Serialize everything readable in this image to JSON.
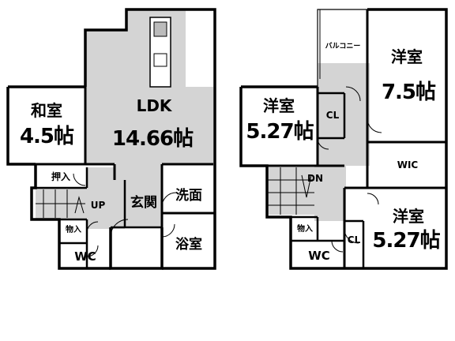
{
  "floor1": {
    "washitsu": {
      "name": "和室",
      "size": "4.5帖"
    },
    "ldk": {
      "name": "LDK",
      "size": "14.66帖"
    },
    "oshiire": "押入",
    "up": "UP",
    "genkan": "玄関",
    "senmen": "洗面",
    "yokushitsu": "浴室",
    "monoire": "物入",
    "wc": "WC"
  },
  "floor2": {
    "balcony": "バルコニー",
    "youshitsu_ne": {
      "name": "洋室",
      "size": "7.5帖"
    },
    "youshitsu_w": {
      "name": "洋室",
      "size": "5.27帖"
    },
    "cl_w": "CL",
    "wic": "WIC",
    "dn": "DN",
    "youshitsu_se": {
      "name": "洋室",
      "size": "5.27帖"
    },
    "cl_se": "CL",
    "monoire": "物入",
    "wc": "WC"
  }
}
